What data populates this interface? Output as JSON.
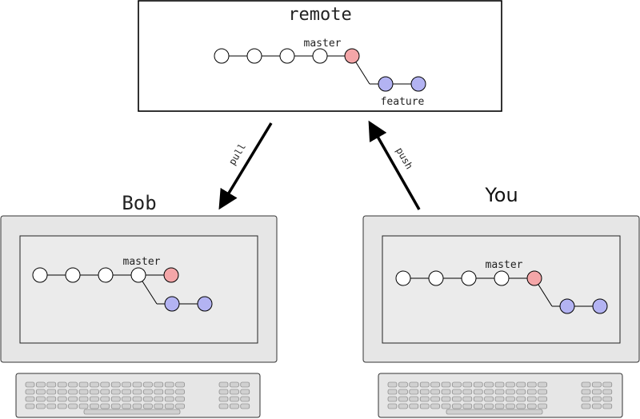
{
  "remote": {
    "title": "remote",
    "branch_main": "master",
    "branch_feature": "feature"
  },
  "bob": {
    "title": "Bob",
    "branch_main": "master"
  },
  "you": {
    "title": "You",
    "branch_main": "master"
  },
  "arrows": {
    "pull": "pull",
    "push": "push"
  },
  "colors": {
    "commit": "#ffffff",
    "head": "#f4a6a8",
    "feature": "#b3b3f2",
    "screen": "#e6e6e6",
    "monitor": "#e6e6e6",
    "key": "#d0d0d0"
  }
}
